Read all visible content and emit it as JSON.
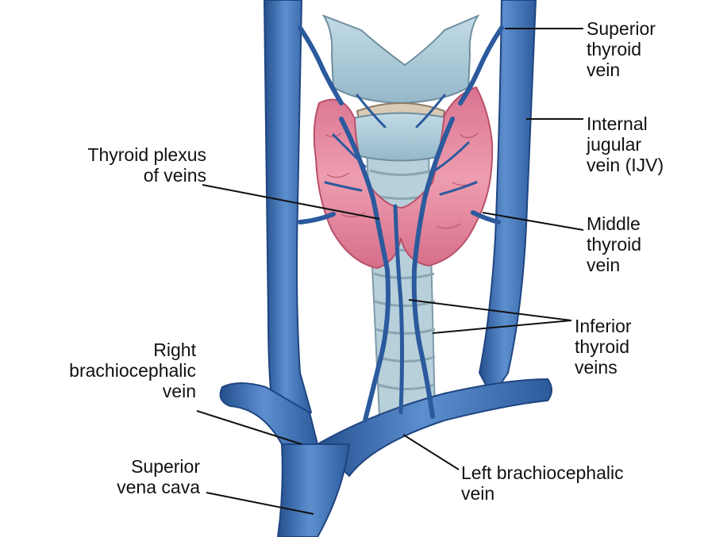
{
  "labels": {
    "superior_thyroid": [
      "Superior",
      "thyroid",
      "vein"
    ],
    "internal_jugular": [
      "Internal",
      "jugular",
      "vein (IJV)"
    ],
    "thyroid_plexus": [
      "Thyroid plexus",
      "of veins"
    ],
    "middle_thyroid": [
      "Middle",
      "thyroid",
      "vein"
    ],
    "inferior_thyroid": [
      "Inferior",
      "thyroid",
      "veins"
    ],
    "right_brachiocephalic": [
      "Right",
      "brachiocephalic",
      "vein"
    ],
    "superior_vena_cava": [
      "Superior",
      "vena cava"
    ],
    "left_brachiocephalic": [
      "Left brachiocephalic",
      "vein"
    ]
  },
  "colors": {
    "vein": "#3f72b8",
    "vein_dark": "#244f8e",
    "vein_light": "#7aa6d8",
    "thyroid": "#e58a9f",
    "thyroid_dark": "#c85a74",
    "cartilage": "#a9c8d6",
    "trachea": "#b7cfd9",
    "leader": "#111111"
  }
}
